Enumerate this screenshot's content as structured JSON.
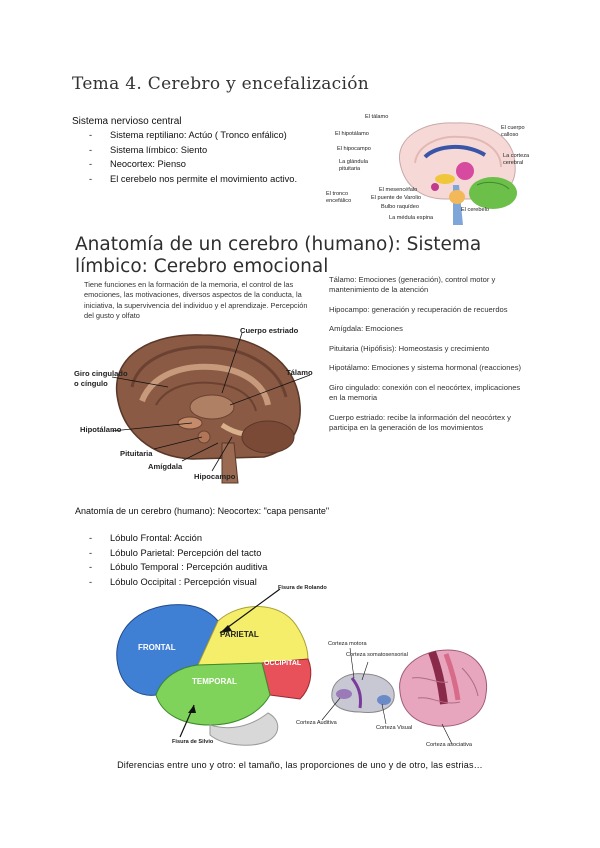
{
  "title": "Tema 4. Cerebro y encefalización",
  "section1": {
    "heading": "Sistema nervioso central",
    "items": [
      "Sistema reptiliano: Actúo ( Tronco enfálico)",
      "Sistema límbico: Siento",
      "Neocortex: Pienso",
      "El cerebelo nos permite el movimiento activo."
    ]
  },
  "figure1": {
    "labels": {
      "talamo": "El tálamo",
      "hipotalamo": "El hipotálamo",
      "hipocampo": "El hipocampo",
      "glandula": "La glándula pituitaria",
      "cuerpo_calloso": "El cuerpo calloso",
      "corteza": "La corteza cerebral",
      "tronco": "El tronco encefálico",
      "mesencefalo": "El mesencéfalo",
      "puente": "El puente de Varolio",
      "bulbo": "Bulbo raquídeo",
      "medula": "La médula espina",
      "cerebelo": "El cerebelo"
    }
  },
  "limbic": {
    "heading": "Anatomía de un cerebro (humano): Sistema límbico: Cerebro emocional",
    "intro": "Tiene funciones en la formación de la memoria, el control de las emociones, las motivaciones, diversos aspectos de la conducta, la iniciativa, la supervivencia del individuo y el aprendizaje. Percepción del gusto y olfato",
    "labels": {
      "cuerpo_estriado": "Cuerpo estriado",
      "giro": "Giro cingulado o cíngulo",
      "talamo": "Tálamo",
      "hipotalamo": "Hipotálamo",
      "pituitaria": "Pituitaria",
      "amigdala": "Amígdala",
      "hipocampo": "Hipocampo"
    },
    "definitions": [
      "Tálamo: Emociones (generación), control motor y mantenimiento de la atención",
      "Hipocampo: generación y recuperación de recuerdos",
      "Amígdala: Emociones",
      "Pituitaria (Hipófisis): Homeostasis y crecimiento",
      "Hipotálamo: Emociones y sistema hormonal (reacciones)",
      "Giro cingulado: conexión con el neocórtex, implicaciones en la memoria",
      "Cuerpo estriado: recibe la información del neocórtex y participa en la generación de los movimientos"
    ]
  },
  "neocortex": {
    "heading": "Anatomía de un cerebro (humano): Neocortex: \"capa pensante\"",
    "items": [
      "Lóbulo Frontal: Acción",
      "Lóbulo Parietal: Percepción del tacto",
      "Lóbulo Temporal : Percepción auditiva",
      "Lóbulo Occipital : Percepción visual"
    ]
  },
  "figure3": {
    "labels": {
      "rolando": "Fisura de Rolando",
      "frontal": "FRONTAL",
      "parietal": "PARIETAL",
      "occipital": "OCCIPITAL",
      "temporal": "TEMPORAL",
      "silvio": "Fisura de Silvio",
      "motora": "Corteza motora",
      "somato": "Corteza somatosensorial",
      "auditiva": "Corteza Auditiva",
      "visual": "Corteza Visual",
      "asociativa": "Corteza asociativa"
    }
  },
  "footer": "Diferencias entre uno y otro: el tamaño, las proporciones de uno y de otro, las estrias…",
  "colors": {
    "frontal": "#3f7fd4",
    "parietal": "#f4ee6a",
    "temporal": "#7fd35a",
    "occipital": "#e8505a",
    "brain_brown": "#8a5a44"
  }
}
